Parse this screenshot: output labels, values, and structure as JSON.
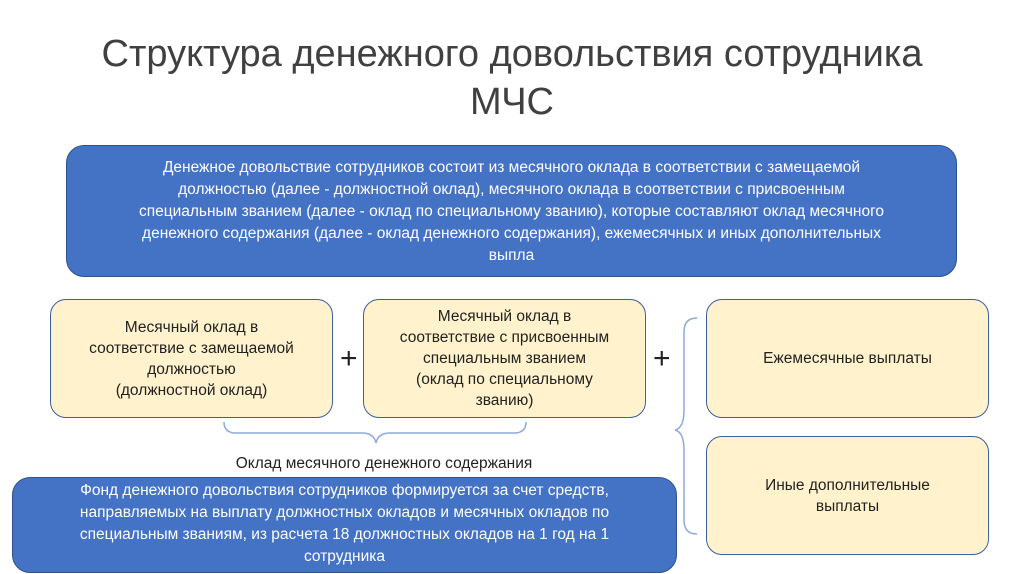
{
  "title": {
    "line1": "Структура денежного довольствия сотрудника",
    "line2": "МЧС"
  },
  "top_box": {
    "lines": [
      "Денежное довольствие сотрудников состоит из месячного оклада в соответствии с замещаемой",
      "должностью (далее - должностной оклад), месячного оклада в соответствии с присвоенным",
      "специальным званием (далее - оклад по специальному званию), которые составляют оклад месячного",
      "денежного содержания (далее - оклад денежного содержания), ежемесячных и иных дополнительных",
      "выпла"
    ]
  },
  "boxes": {
    "salary_position": [
      "Месячный оклад в",
      "соответствие с замещаемой",
      "должностью",
      "(должностной оклад)"
    ],
    "salary_rank": [
      "Месячный оклад в",
      "соответствие с присвоенным",
      "специальным званием",
      "(оклад по специальному",
      "званию)"
    ],
    "monthly_payments": [
      "Ежемесячные выплаты"
    ],
    "other_payments": [
      "Иные дополнительные",
      "выплаты"
    ]
  },
  "plus_sign": "+",
  "caption": "Оклад месячного денежного содержания",
  "bottom_box": {
    "lines": [
      "Фонд денежного довольствия сотрудников формируется за счет средств,",
      "направляемых на выплату должностных окладов и месячных окладов по",
      "специальным званиям, из расчета 18 должностных окладов на 1 год на 1",
      "сотрудника"
    ]
  },
  "colors": {
    "blue_fill": "#4472c4",
    "yellow_fill": "#fff2cc",
    "border": "#3b5f9f",
    "bracket": "#8eaadb"
  }
}
